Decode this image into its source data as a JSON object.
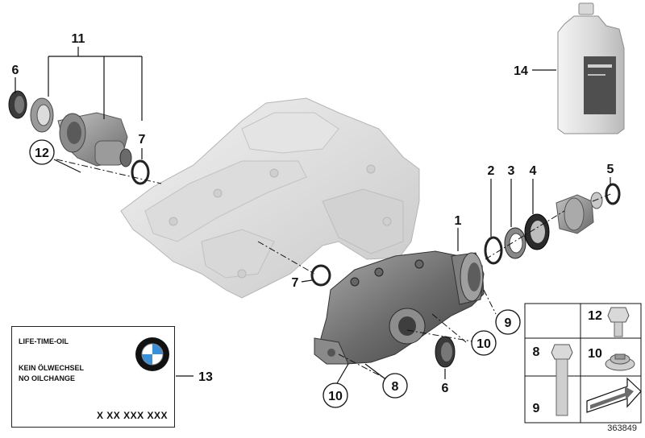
{
  "callouts": {
    "c11": "11",
    "c6a": "6",
    "c12a": "12",
    "c7a": "7",
    "c7b": "7",
    "c14": "14",
    "c2": "2",
    "c3": "3",
    "c4": "4",
    "c5": "5",
    "c1": "1",
    "c9a": "9",
    "c10a": "10",
    "c6b": "6",
    "c10b": "10",
    "c8a": "8",
    "c13": "13"
  },
  "label": {
    "line1": "LIFE-TIME-OIL",
    "line2": "KEIN ÖLWECHSEL",
    "line3": "NO OILCHANGE",
    "code": "X XX XXX XXX"
  },
  "legend": {
    "k12": "12",
    "k8": "8",
    "k10": "10",
    "k9": "9"
  },
  "diagram_id": "363849"
}
